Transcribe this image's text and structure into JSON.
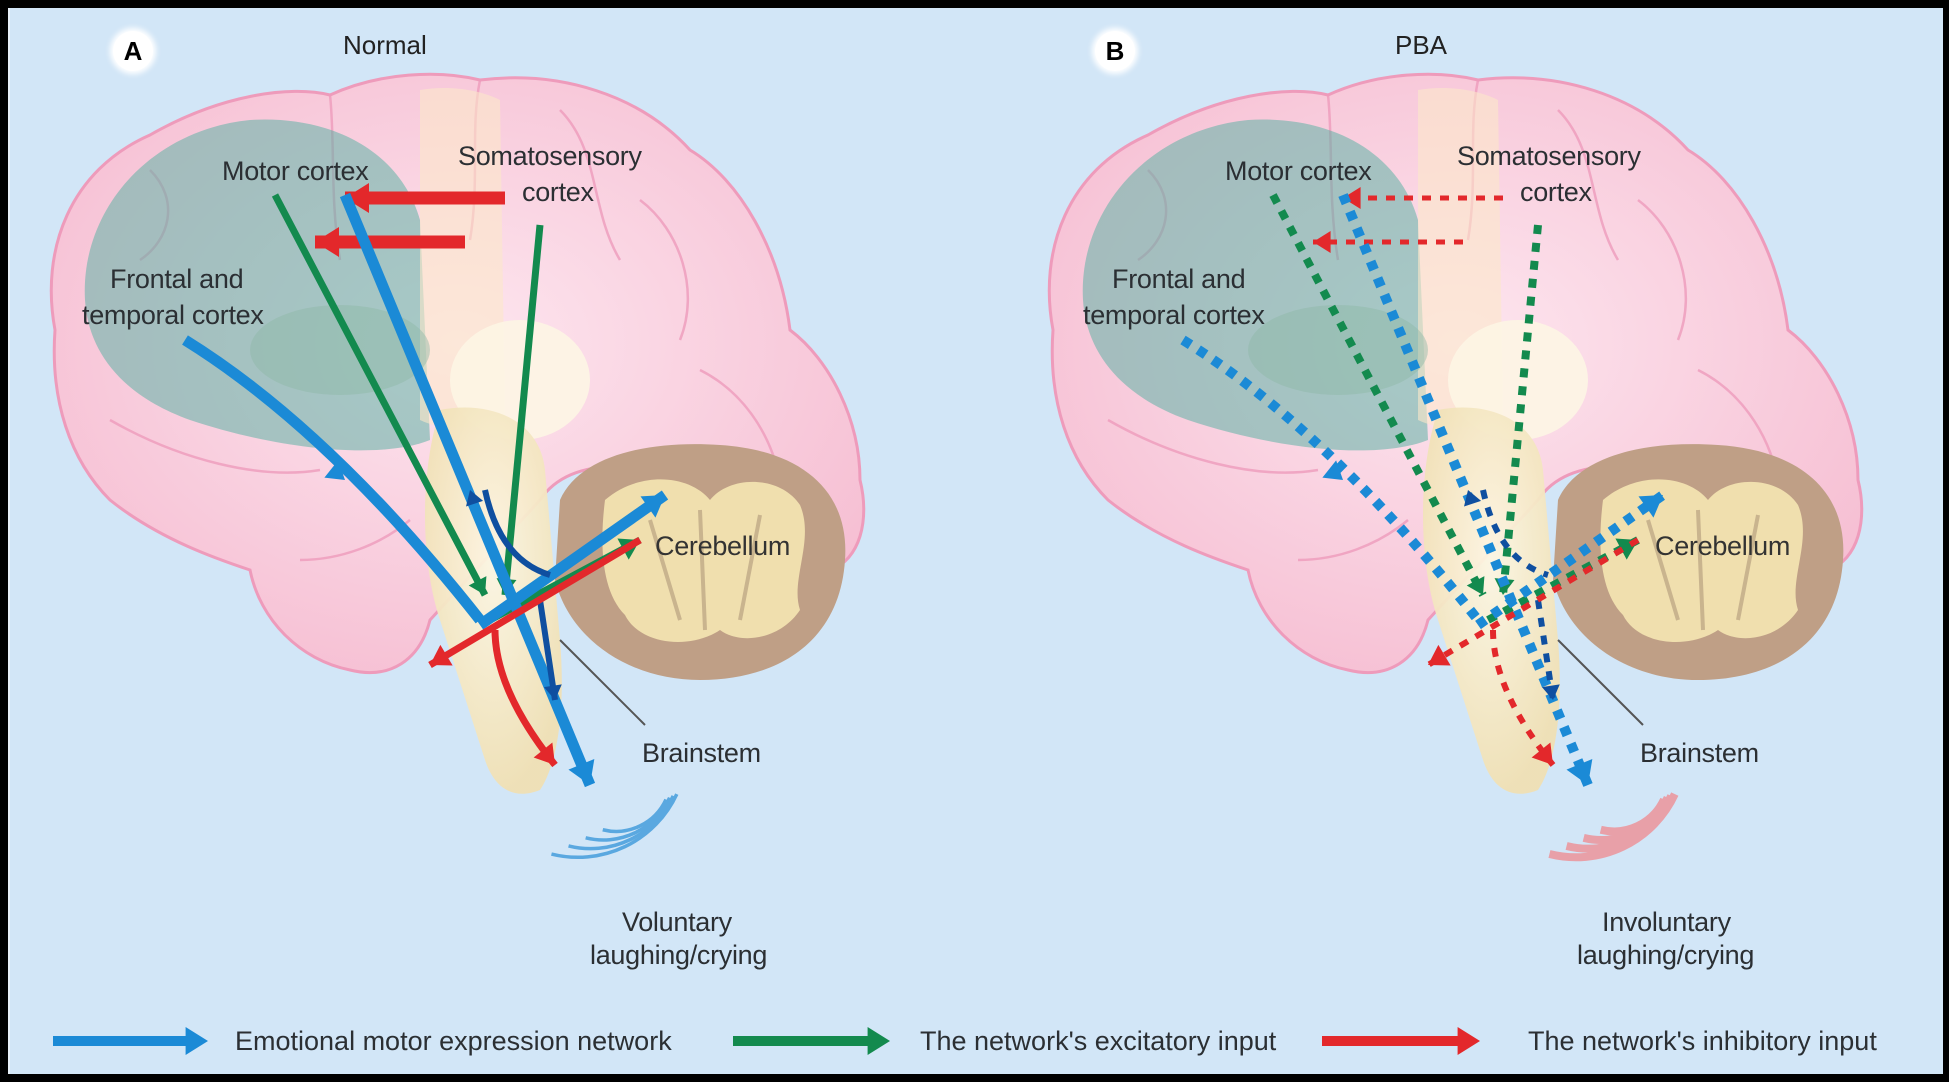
{
  "panels": [
    {
      "badge": "A",
      "title": "Normal",
      "labels": {
        "motor_cortex": "Motor cortex",
        "somatosensory_line1": "Somatosensory",
        "somatosensory_line2": "cortex",
        "frontal_line1": "Frontal and",
        "frontal_line2": "temporal cortex",
        "cerebellum": "Cerebellum",
        "brainstem": "Brainstem",
        "outcome_line1": "Voluntary",
        "outcome_line2": "laughing/crying"
      },
      "arrow_style": "solid",
      "wave_color": "#5aa8e0"
    },
    {
      "badge": "B",
      "title": "PBA",
      "labels": {
        "motor_cortex": "Motor cortex",
        "somatosensory_line1": "Somatosensory",
        "somatosensory_line2": "cortex",
        "frontal_line1": "Frontal and",
        "frontal_line2": "temporal cortex",
        "cerebellum": "Cerebellum",
        "brainstem": "Brainstem",
        "outcome_line1": "Involuntary",
        "outcome_line2": "laughing/crying"
      },
      "arrow_style": "dotted",
      "wave_color": "#e8a0a8"
    }
  ],
  "legend": [
    {
      "label": "Emotional motor expression network",
      "color": "#1b8ad6"
    },
    {
      "label": "The network's excitatory input",
      "color": "#138a4e"
    },
    {
      "label": "The network's inhibitory input",
      "color": "#e3282b"
    }
  ],
  "colors": {
    "background": "#d2e6f7",
    "brain_pink": "#f7c6d6",
    "brain_outline": "#ee9bbb",
    "cortex_overlay": "#5fb3a6",
    "brainstem": "#f3e6c0",
    "cerebellum_outer": "#bf9f86",
    "cerebellum_inner": "#f0dfae",
    "network_blue": "#1b8ad6",
    "network_dark_blue": "#0f4fa0",
    "excitatory_green": "#138a4e",
    "inhibitory_red": "#e3282b"
  }
}
